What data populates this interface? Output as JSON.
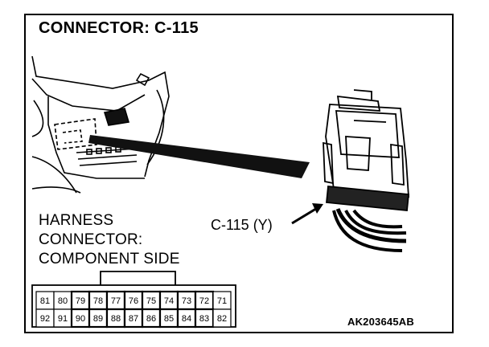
{
  "title": "CONNECTOR: C-115",
  "side_label": {
    "line1": "HARNESS",
    "line2": "CONNECTOR:",
    "line3": "COMPONENT SIDE"
  },
  "callout": "C-115 (Y)",
  "code": "AK203645AB",
  "pins": {
    "row1": [
      "81",
      "80",
      "79",
      "78",
      "77",
      "76",
      "75",
      "74",
      "73",
      "72",
      "71"
    ],
    "row2": [
      "92",
      "91",
      "90",
      "89",
      "88",
      "87",
      "86",
      "85",
      "84",
      "83",
      "82"
    ],
    "shaded_row1": [
      "79",
      "78",
      "77",
      "76",
      "75",
      "74",
      "73",
      "72"
    ],
    "shaded_row2": [
      "90",
      "89",
      "88",
      "87",
      "86",
      "85",
      "84",
      "83"
    ]
  }
}
